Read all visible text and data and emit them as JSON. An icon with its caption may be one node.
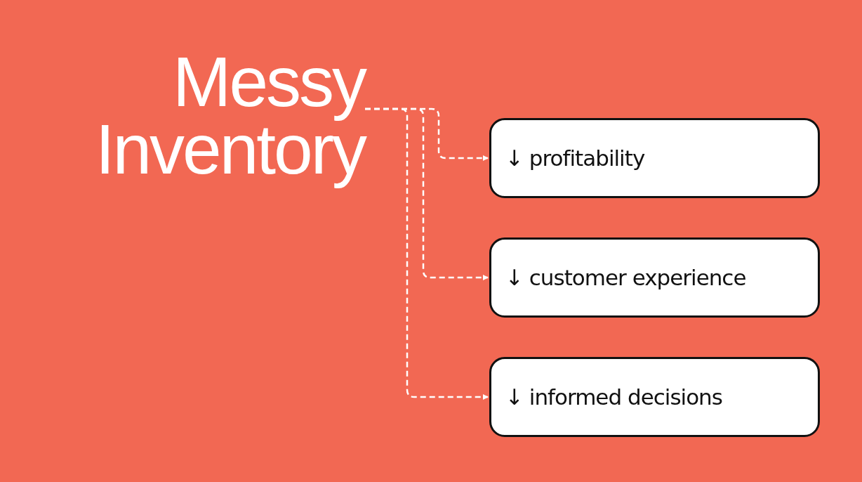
{
  "diagram": {
    "nodes": [
      {
        "text": [
          "Messy Inventory"
        ]
      },
      {
        "text": [
          "↓ profitability"
        ]
      },
      {
        "text": [
          "↓ customer experience"
        ]
      },
      {
        "text": [
          "↓ informed decisions"
        ]
      }
    ],
    "edges": [
      {
        "from": 0,
        "to": 1,
        "arrow": "to",
        "style": "dashed"
      },
      {
        "from": 0,
        "to": 2,
        "arrow": "to",
        "style": "dashed"
      },
      {
        "from": 0,
        "to": 3,
        "arrow": "to",
        "style": "dashed"
      }
    ]
  }
}
